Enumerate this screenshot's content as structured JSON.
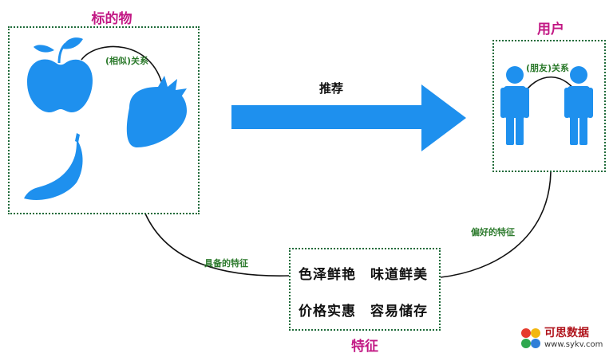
{
  "items_box": {
    "title": "标的物",
    "relation_label": "(相似)关系",
    "icons": [
      "apple-icon",
      "strawberry-icon",
      "banana-icon"
    ]
  },
  "arrow": {
    "label": "推荐"
  },
  "users_box": {
    "title": "用户",
    "relation_label": "(朋友)关系",
    "icons": [
      "person-icon",
      "person-icon"
    ]
  },
  "features_box": {
    "title": "特征",
    "items": [
      "色泽鲜艳",
      "味道鲜美",
      "价格实惠",
      "容易储存"
    ]
  },
  "links": {
    "items_to_features": "具备的特征",
    "users_to_features": "偏好的特征"
  },
  "watermark": {
    "brand": "可思数据",
    "url": "www.sykv.com"
  },
  "colors": {
    "accent_blue": "#1e90ee",
    "title_magenta": "#c21884",
    "dotted_border": "#1f6b3a",
    "label_green": "#2c7a2c"
  }
}
